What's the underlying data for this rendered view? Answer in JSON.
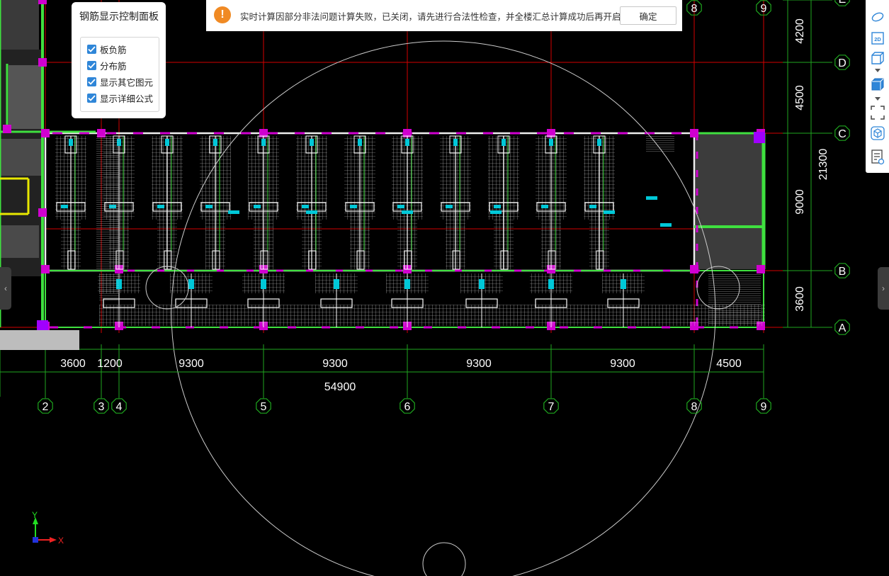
{
  "control_panel": {
    "title": "钢筋显示控制面板",
    "options": [
      {
        "label": "板负筋",
        "checked": true
      },
      {
        "label": "分布筋",
        "checked": true
      },
      {
        "label": "显示其它图元",
        "checked": true
      },
      {
        "label": "显示详细公式",
        "checked": true
      }
    ]
  },
  "notification": {
    "icon": "warning-icon",
    "message": "实时计算因部分非法问题计算失败，已关闭，请先进行合法性检查，并全楼汇总计算成功后再开启",
    "confirm_label": "确定"
  },
  "toolbar": {
    "items": [
      "surface-view-icon",
      "2d-view-icon",
      "3d-box-icon",
      "3d-solid-icon",
      "fit-screen-icon",
      "3d-orbit-icon",
      "report-view-icon"
    ],
    "label_2d": "2D"
  },
  "drawing": {
    "axes_bottom": [
      {
        "label": "2"
      },
      {
        "label": "3"
      },
      {
        "label": "4"
      },
      {
        "label": "5"
      },
      {
        "label": "6"
      },
      {
        "label": "7"
      },
      {
        "label": "8"
      },
      {
        "label": "9"
      }
    ],
    "axes_top": [
      {
        "label": "8"
      },
      {
        "label": "9"
      }
    ],
    "axes_right": [
      {
        "label": "E"
      },
      {
        "label": "D"
      },
      {
        "label": "C"
      },
      {
        "label": "B"
      },
      {
        "label": "A"
      }
    ],
    "dims_bottom": [
      "3600",
      "1200",
      "9300",
      "9300",
      "9300",
      "9300",
      "4500"
    ],
    "dim_total_bottom": "54900",
    "dims_right": [
      "4200",
      "4500",
      "9000",
      "3600"
    ],
    "dim_total_right": "21300",
    "ucs": {
      "x_label": "X",
      "y_label": "Y"
    }
  },
  "colors": {
    "grid_line": "#d40000",
    "axis_green": "#1fa61f",
    "wall_green": "#3fe03f",
    "mesh": "#cfcfcf",
    "magenta": "#d000d0",
    "cyan": "#00c8d8",
    "accent_blue": "#2f86d8",
    "warning_orange": "#f08a24"
  }
}
